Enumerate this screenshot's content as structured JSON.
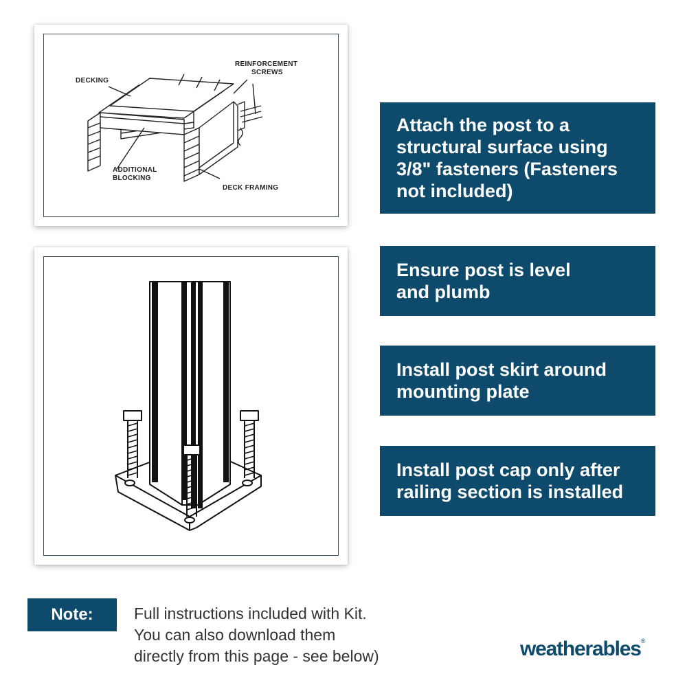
{
  "diagram_top": {
    "labels": {
      "decking": "DECKING",
      "reinforcement_line1": "REINFORCEMENT",
      "reinforcement_line2": "SCREWS",
      "additional_line1": "ADDITIONAL",
      "additional_line2": "BLOCKING",
      "deck_framing": "DECK FRAMING"
    }
  },
  "steps": [
    {
      "lines": [
        "Attach the post to a",
        "structural surface using",
        "3/8\" fasteners (Fasteners",
        "not included)"
      ]
    },
    {
      "lines": [
        "Ensure post is level",
        "and plumb"
      ]
    },
    {
      "lines": [
        "Install post skirt around",
        "mounting plate"
      ]
    },
    {
      "lines": [
        "Install post cap only after",
        "railing section is installed"
      ]
    }
  ],
  "note": {
    "label": "Note:",
    "lines": [
      "Full instructions included with Kit.",
      "You can also download them",
      "directly from this page - see below)"
    ]
  },
  "brand": {
    "name": "weatherables",
    "mark": "®"
  },
  "colors": {
    "accent": "#0e4a6b",
    "frame": "#3d4f5c"
  }
}
